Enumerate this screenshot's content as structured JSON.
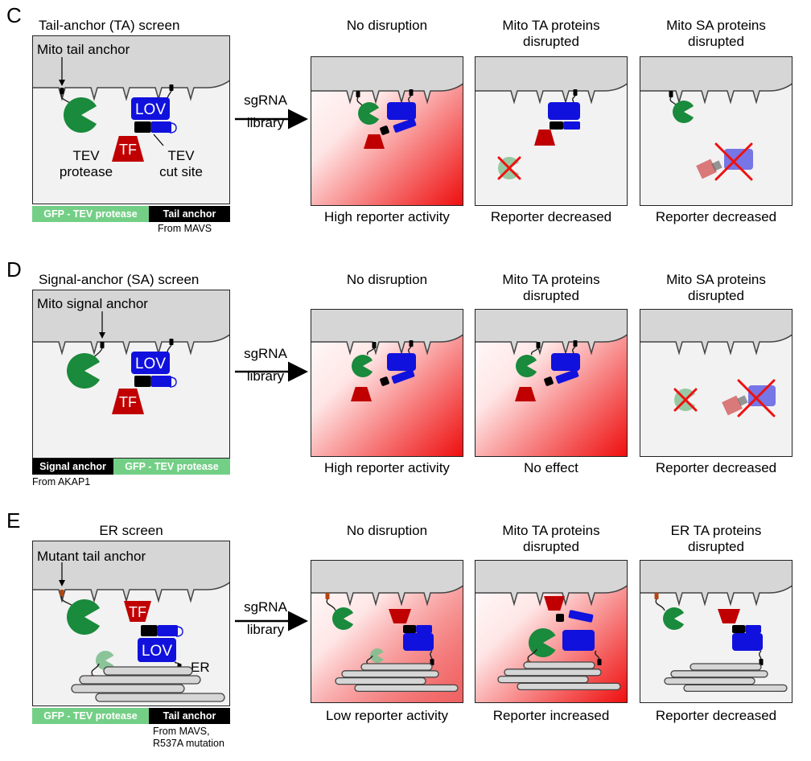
{
  "panels": {
    "C": {
      "letter": "C",
      "title": "Tail-anchor (TA) screen",
      "anchor_label": "Mito tail anchor",
      "tev_label": [
        "TEV",
        "protease"
      ],
      "cut_label": [
        "TEV",
        "cut site"
      ],
      "lov": "LOV",
      "tf": "TF",
      "bar_left": "GFP - TEV protease",
      "bar_right": "Tail anchor",
      "source": "From MAVS",
      "arrow": [
        "sgRNA",
        "library"
      ],
      "outcomes": [
        {
          "title": [
            "",
            "No disruption"
          ],
          "result": "High reporter activity"
        },
        {
          "title": [
            "Mito TA proteins",
            "disrupted"
          ],
          "result": "Reporter decreased"
        },
        {
          "title": [
            "Mito SA proteins",
            "disrupted"
          ],
          "result": "Reporter decreased"
        }
      ]
    },
    "D": {
      "letter": "D",
      "title": "Signal-anchor (SA) screen",
      "anchor_label": "Mito signal anchor",
      "lov": "LOV",
      "tf": "TF",
      "bar_left": "Signal anchor",
      "bar_right": "GFP - TEV protease",
      "source": "From AKAP1",
      "arrow": [
        "sgRNA",
        "library"
      ],
      "outcomes": [
        {
          "title": [
            "",
            "No disruption"
          ],
          "result": "High reporter activity"
        },
        {
          "title": [
            "Mito TA proteins",
            "disrupted"
          ],
          "result": "No effect"
        },
        {
          "title": [
            "Mito SA proteins",
            "disrupted"
          ],
          "result": "Reporter decreased"
        }
      ]
    },
    "E": {
      "letter": "E",
      "title": "ER screen",
      "anchor_label": "Mutant tail anchor",
      "lov": "LOV",
      "tf": "TF",
      "er": "ER",
      "bar_left": "GFP - TEV protease",
      "bar_right": "Tail anchor",
      "source": [
        "From MAVS,",
        "R537A mutation"
      ],
      "arrow": [
        "sgRNA",
        "library"
      ],
      "outcomes": [
        {
          "title": [
            "",
            "No disruption"
          ],
          "result": "Low reporter activity"
        },
        {
          "title": [
            "Mito TA proteins",
            "disrupted"
          ],
          "result": "Reporter increased"
        },
        {
          "title": [
            "ER TA proteins",
            "disrupted"
          ],
          "result": "Reporter decreased"
        }
      ]
    }
  },
  "colors": {
    "protease": "#1a8a3c",
    "protease_faded": "#7fbf8f",
    "lov": "#1111dd",
    "tf": "#c00000",
    "mito": "#d6d6d6",
    "panel_bg": "#f2f2f2",
    "reporter": "#ee0000",
    "cross": "#ee1111",
    "er_anchor": "#b5460f"
  }
}
